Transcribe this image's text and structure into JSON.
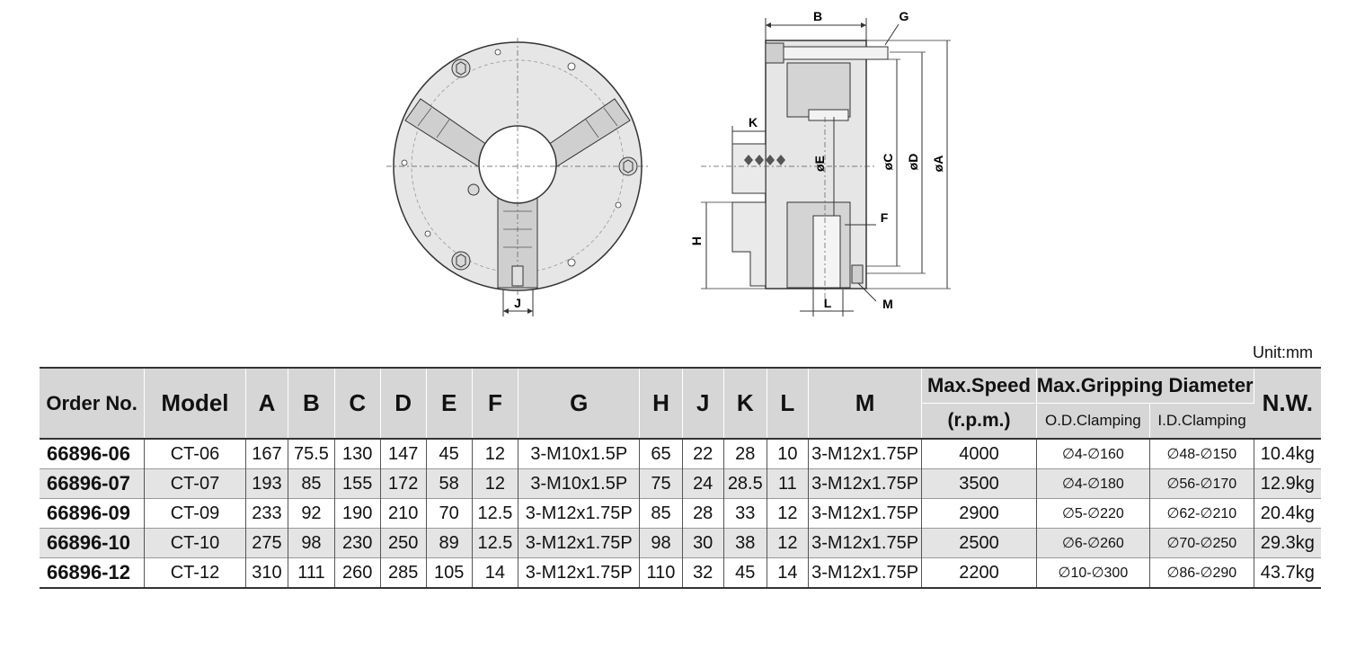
{
  "labels": {
    "B": "B",
    "G": "G",
    "K": "K",
    "E": "øE",
    "C": "øC",
    "D": "øD",
    "A": "øA",
    "F": "F",
    "H": "H",
    "J": "J",
    "L": "L",
    "M": "M"
  },
  "unit": "Unit:mm",
  "table": {
    "headers": {
      "order": "Order No.",
      "model": "Model",
      "cols": [
        "A",
        "B",
        "C",
        "D",
        "E",
        "F",
        "G",
        "H",
        "J",
        "K",
        "L",
        "M"
      ],
      "speed": "Max.Speed",
      "speed_unit": "(r.p.m.)",
      "grip": "Max.Gripping Diameter",
      "od": "O.D.Clamping",
      "id": "I.D.Clamping",
      "nw": "N.W."
    },
    "rows": [
      {
        "order": "66896-06",
        "model": "CT-06",
        "A": "167",
        "B": "75.5",
        "C": "130",
        "D": "147",
        "E": "45",
        "F": "12",
        "G": "3-M10x1.5P",
        "H": "65",
        "J": "22",
        "K": "28",
        "L": "10",
        "M": "3-M12x1.75P",
        "speed": "4000",
        "od": "∅4-∅160",
        "id": "∅48-∅150",
        "nw": "10.4kg"
      },
      {
        "order": "66896-07",
        "model": "CT-07",
        "A": "193",
        "B": "85",
        "C": "155",
        "D": "172",
        "E": "58",
        "F": "12",
        "G": "3-M10x1.5P",
        "H": "75",
        "J": "24",
        "K": "28.5",
        "L": "11",
        "M": "3-M12x1.75P",
        "speed": "3500",
        "od": "∅4-∅180",
        "id": "∅56-∅170",
        "nw": "12.9kg"
      },
      {
        "order": "66896-09",
        "model": "CT-09",
        "A": "233",
        "B": "92",
        "C": "190",
        "D": "210",
        "E": "70",
        "F": "12.5",
        "G": "3-M12x1.75P",
        "H": "85",
        "J": "28",
        "K": "33",
        "L": "12",
        "M": "3-M12x1.75P",
        "speed": "2900",
        "od": "∅5-∅220",
        "id": "∅62-∅210",
        "nw": "20.4kg"
      },
      {
        "order": "66896-10",
        "model": "CT-10",
        "A": "275",
        "B": "98",
        "C": "230",
        "D": "250",
        "E": "89",
        "F": "12.5",
        "G": "3-M12x1.75P",
        "H": "98",
        "J": "30",
        "K": "38",
        "L": "12",
        "M": "3-M12x1.75P",
        "speed": "2500",
        "od": "∅6-∅260",
        "id": "∅70-∅250",
        "nw": "29.3kg"
      },
      {
        "order": "66896-12",
        "model": "CT-12",
        "A": "310",
        "B": "111",
        "C": "260",
        "D": "285",
        "E": "105",
        "F": "14",
        "G": "3-M12x1.75P",
        "H": "110",
        "J": "32",
        "K": "45",
        "L": "14",
        "M": "3-M12x1.75P",
        "speed": "2200",
        "od": "∅10-∅300",
        "id": "∅86-∅290",
        "nw": "43.7kg"
      }
    ]
  }
}
